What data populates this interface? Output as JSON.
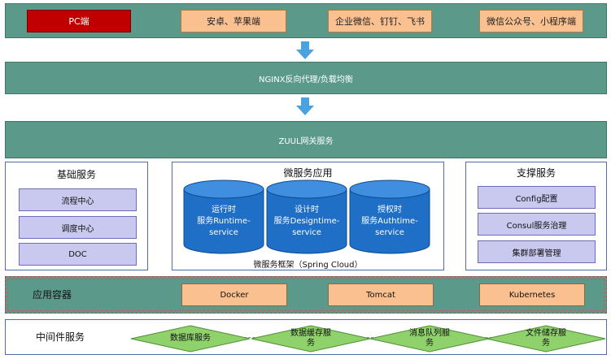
{
  "clients": [
    {
      "label": "PC端",
      "color": "#c00000"
    },
    {
      "label": "安卓、苹果端",
      "color": "#fac090"
    },
    {
      "label": "企业微信、钉钉、飞书",
      "color": "#fac090"
    },
    {
      "label": "微信公众号、小程序端",
      "color": "#fac090"
    }
  ],
  "gateway": {
    "nginx": "NGINX反向代理/负载均衡",
    "zuul": "ZUUL网关服务"
  },
  "basic_services": {
    "title": "基础服务",
    "items": [
      "流程中心",
      "调度中心",
      "DOC"
    ]
  },
  "microservices": {
    "title": "微服务应用",
    "cylinders": [
      {
        "line1": "运行时",
        "line2": "服务Runtime-",
        "line3": "service"
      },
      {
        "line1": "设计时",
        "line2": "服务Designtime-",
        "line3": "service"
      },
      {
        "line1": "授权时",
        "line2": "服务Authtime-",
        "line3": "service"
      }
    ],
    "framework": "微服务框架（Spring Cloud）"
  },
  "support_services": {
    "title": "支撑服务",
    "items": [
      "Config配置",
      "Consul服务治理",
      "集群部署管理"
    ]
  },
  "app_container": {
    "title": "应用容器",
    "items": [
      "Docker",
      "Tomcat",
      "Kubernetes"
    ]
  },
  "middleware": {
    "title": "中间件服务",
    "items": [
      {
        "line1": "数据库服务",
        "line2": ""
      },
      {
        "line1": "数据缓存服",
        "line2": "务"
      },
      {
        "line1": "消息队列服",
        "line2": "务"
      },
      {
        "line1": "文件储存服",
        "line2": "务"
      }
    ]
  },
  "colors": {
    "band": "#5b9a8b",
    "arrow": "#4aa3df",
    "cylinder": "#1f6fc6",
    "service_item": "#c9c8ef",
    "container_item": "#fac090",
    "diamond": "#8fd16b"
  }
}
